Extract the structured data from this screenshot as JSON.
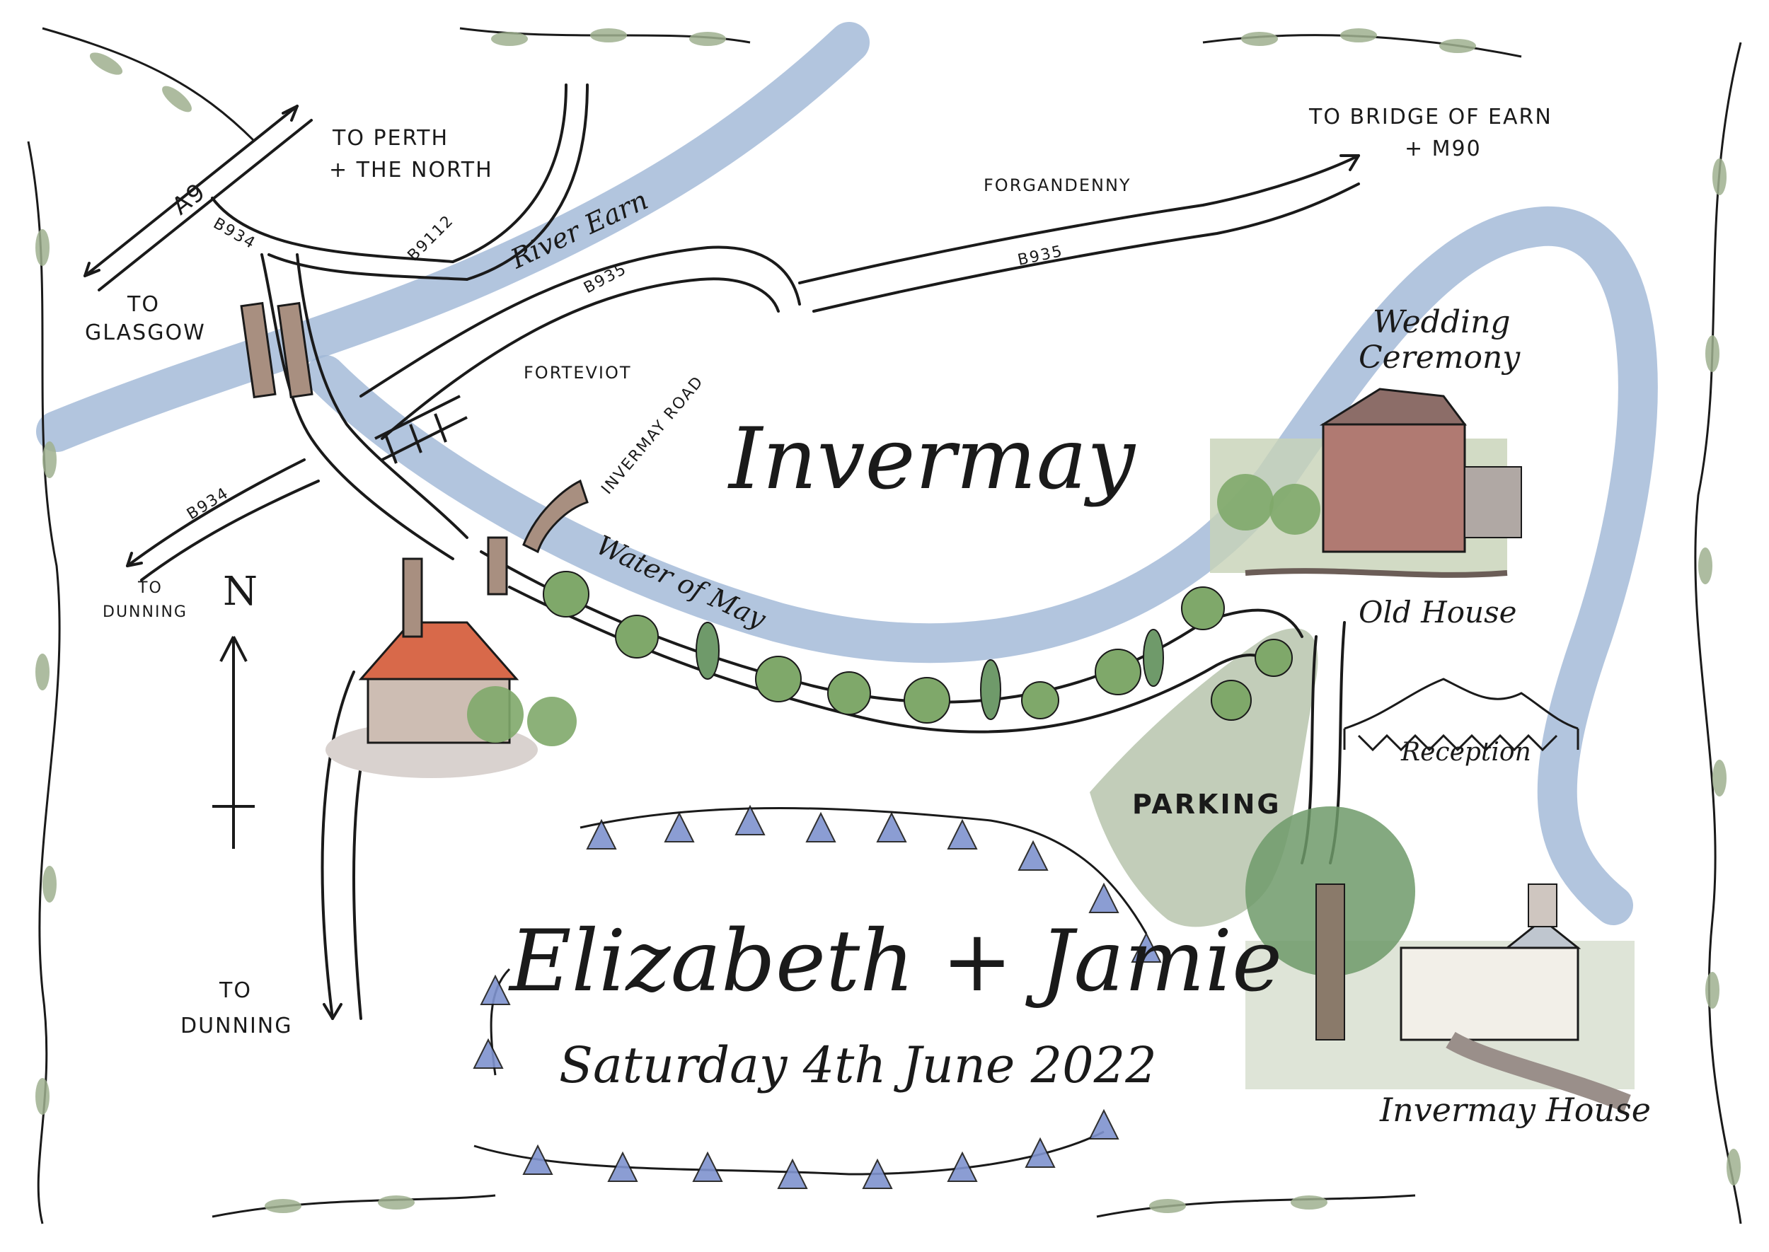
{
  "map": {
    "title": "Invermay",
    "couple": "Elizabeth + Jamie",
    "date": "Saturday 4th June 2022",
    "labels": {
      "to_perth_line1": "TO PERTH",
      "to_perth_line2": "+ THE NORTH",
      "to_bridge_line1": "TO BRIDGE OF EARN",
      "to_bridge_line2": "+ M90",
      "forgandenny": "FORGANDENNY",
      "to_glasgow_line1": "TO",
      "to_glasgow_line2": "GLASGOW",
      "forteviot": "FORTEVIOT",
      "invermay_road": "INVERMAY ROAD",
      "river_earn": "River Earn",
      "water_of_may": "Water of May",
      "to_dunning_small_line1": "TO",
      "to_dunning_small_line2": "DUNNING",
      "to_dunning_line1": "TO",
      "to_dunning_line2": "DUNNING",
      "north": "N",
      "parking": "PARKING",
      "wedding_line1": "Wedding",
      "wedding_line2": "Ceremony",
      "old_house": "Old House",
      "reception": "Reception",
      "invermay_house": "Invermay House"
    },
    "roads": {
      "a9": "A9",
      "b934_top": "B934",
      "b9112": "B9112",
      "b935_left": "B935",
      "b935_right": "B935",
      "b934_left": "B934"
    },
    "colors": {
      "river": "#9fb6d6",
      "river_dark": "#8aa4c9",
      "leaf": "#9fb08f",
      "tree": "#7fa86a",
      "parking": "#b7c4ad",
      "bluebell": "#7f93cf",
      "ink": "#1a1a1a",
      "roof": "#d8694a",
      "stone": "#a88f80"
    }
  }
}
